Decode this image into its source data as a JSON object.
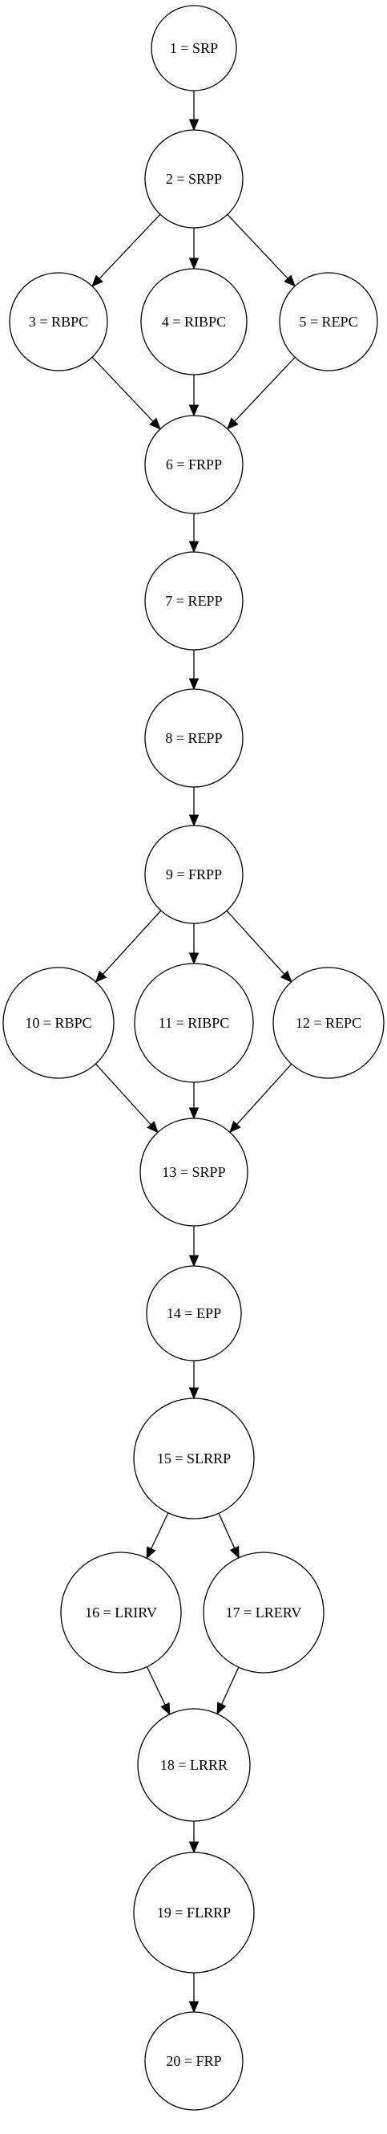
{
  "diagram": {
    "type": "directed-graph",
    "nodes": [
      {
        "id": "1",
        "label": "1 = SRP"
      },
      {
        "id": "2",
        "label": "2 = SRPP"
      },
      {
        "id": "3",
        "label": "3 = RBPC"
      },
      {
        "id": "4",
        "label": "4 = RIBPC"
      },
      {
        "id": "5",
        "label": "5 = REPC"
      },
      {
        "id": "6",
        "label": "6 = FRPP"
      },
      {
        "id": "7",
        "label": "7 = REPP"
      },
      {
        "id": "8",
        "label": "8 = REPP"
      },
      {
        "id": "9",
        "label": "9 = FRPP"
      },
      {
        "id": "10",
        "label": "10 = RBPC"
      },
      {
        "id": "11",
        "label": "11 = RIBPC"
      },
      {
        "id": "12",
        "label": "12 = REPC"
      },
      {
        "id": "13",
        "label": "13 = SRPP"
      },
      {
        "id": "14",
        "label": "14 = EPP"
      },
      {
        "id": "15",
        "label": "15 = SLRRP"
      },
      {
        "id": "16",
        "label": "16 = LRIRV"
      },
      {
        "id": "17",
        "label": "17 = LRERV"
      },
      {
        "id": "18",
        "label": "18 = LRRR"
      },
      {
        "id": "19",
        "label": "19 = FLRRP"
      },
      {
        "id": "20",
        "label": "20 = FRP"
      }
    ],
    "edges": [
      {
        "from": "1",
        "to": "2"
      },
      {
        "from": "2",
        "to": "3"
      },
      {
        "from": "2",
        "to": "4"
      },
      {
        "from": "2",
        "to": "5"
      },
      {
        "from": "3",
        "to": "6"
      },
      {
        "from": "4",
        "to": "6"
      },
      {
        "from": "5",
        "to": "6"
      },
      {
        "from": "6",
        "to": "7"
      },
      {
        "from": "7",
        "to": "8"
      },
      {
        "from": "8",
        "to": "9"
      },
      {
        "from": "9",
        "to": "10"
      },
      {
        "from": "9",
        "to": "11"
      },
      {
        "from": "9",
        "to": "12"
      },
      {
        "from": "10",
        "to": "13"
      },
      {
        "from": "11",
        "to": "13"
      },
      {
        "from": "12",
        "to": "13"
      },
      {
        "from": "13",
        "to": "14"
      },
      {
        "from": "14",
        "to": "15"
      },
      {
        "from": "15",
        "to": "16"
      },
      {
        "from": "15",
        "to": "17"
      },
      {
        "from": "16",
        "to": "18"
      },
      {
        "from": "17",
        "to": "18"
      },
      {
        "from": "18",
        "to": "19"
      },
      {
        "from": "19",
        "to": "20"
      }
    ]
  }
}
